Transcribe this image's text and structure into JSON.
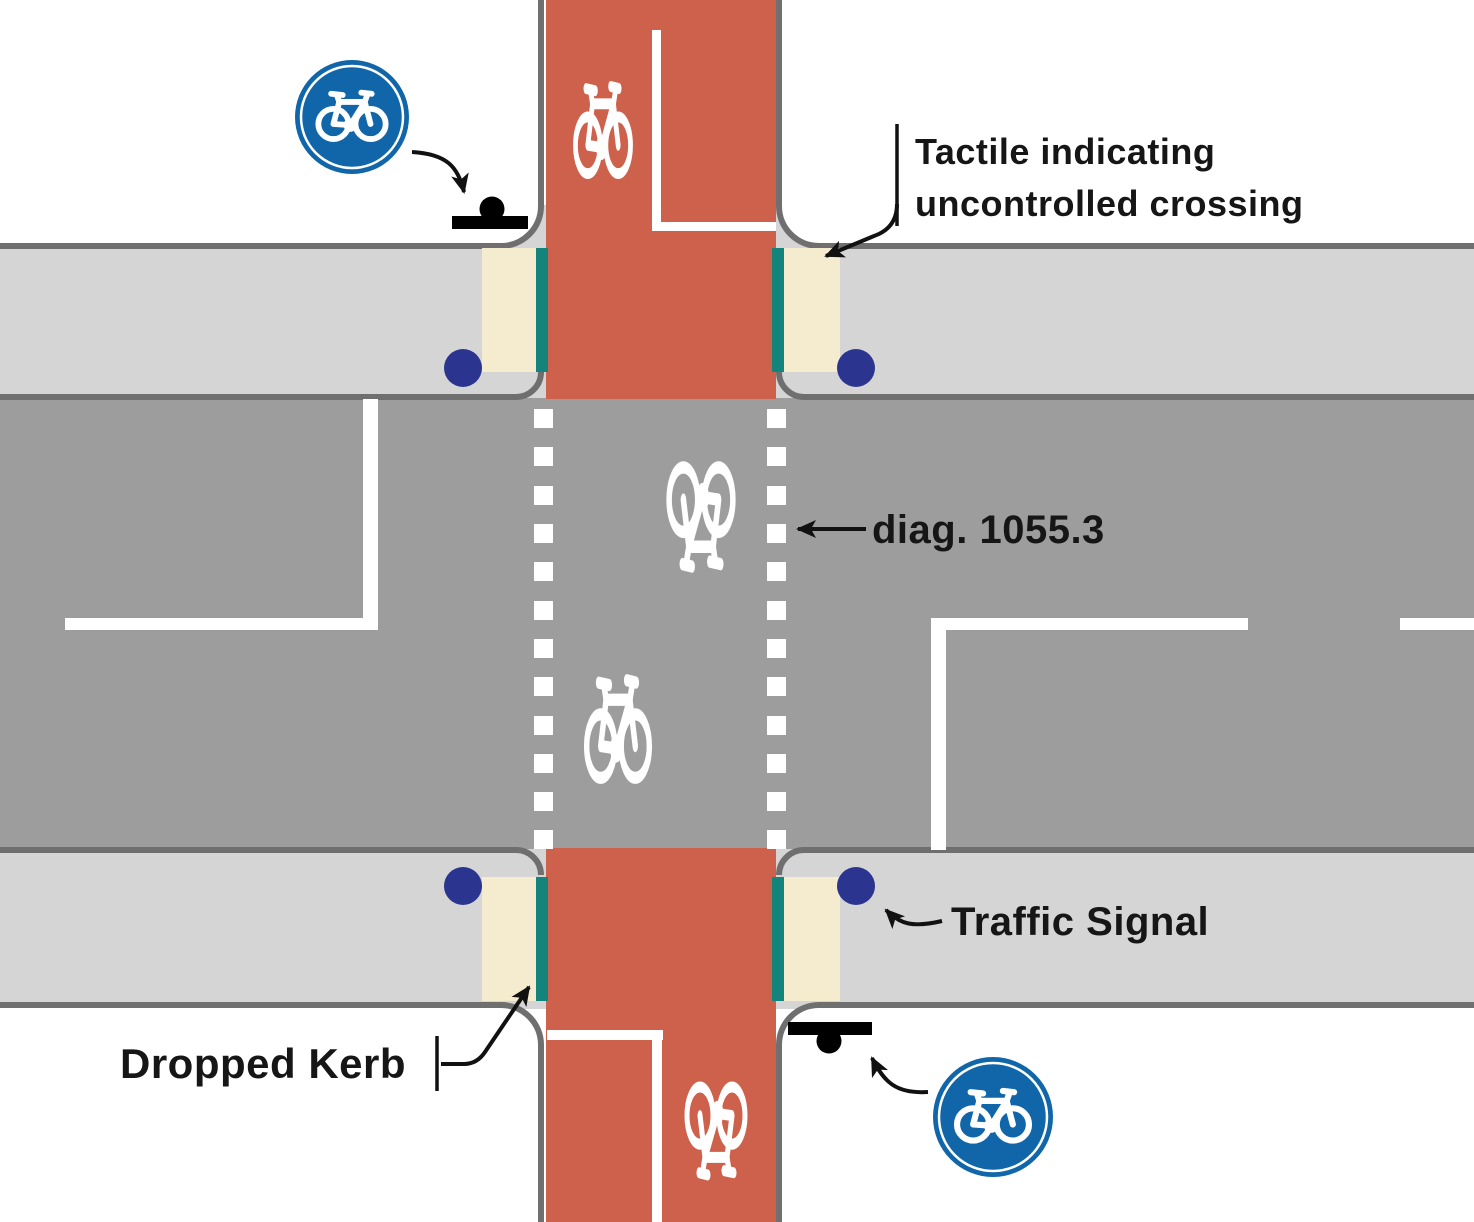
{
  "annotations": {
    "tactile_line1": "Tactile indicating",
    "tactile_line2": "uncontrolled crossing",
    "diag": "diag. 1055.3",
    "traffic_signal": "Traffic Signal",
    "dropped_kerb": "Dropped Kerb"
  },
  "icons": {
    "cycle_sign": "mandatory-cycle-route-sign",
    "bicycle_marking": "white-bicycle-road-marking",
    "sign_post": "sign-post-location-symbol",
    "crossing_dashes": "dashed-cycle-crossing-marking",
    "traffic_signal_dot": "traffic-signal-location-dot"
  },
  "colors": {
    "cycle_track_red": "#CD614B",
    "carriageway_grey": "#9D9D9D",
    "footway_grey": "#D5D5D5",
    "kerb_grey": "#6F6F6F",
    "tactile_cream": "#F5ECD0",
    "dropped_kerb_teal": "#12847B",
    "signal_blue": "#2B3590",
    "sign_blue": "#1166A9",
    "marking_white": "#FFFFFF",
    "label_text": "#161616"
  }
}
